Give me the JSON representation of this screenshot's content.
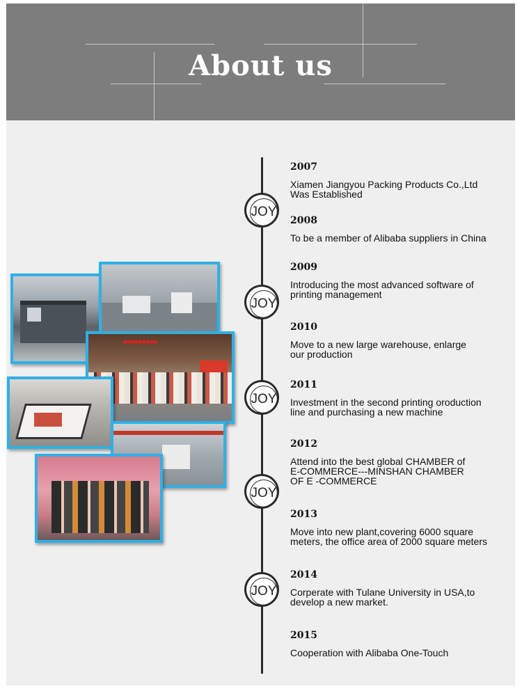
{
  "header": {
    "title": "About us"
  },
  "badge": {
    "label": "JOY"
  },
  "timeline": [
    {
      "year": "2007",
      "lines": [
        "Xiamen Jiangyou Packing Products Co.,Ltd",
        "Was Established"
      ]
    },
    {
      "year": "2008",
      "lines": [
        "To be a member of Alibaba suppliers in China"
      ]
    },
    {
      "year": "2009",
      "lines": [
        "Introducing the most advanced software of",
        "printing management"
      ]
    },
    {
      "year": "2010",
      "lines": [
        "Move to a new large warehouse, enlarge",
        "our production"
      ]
    },
    {
      "year": "2011",
      "lines": [
        "Investment in the second printing oroduction",
        "line and purchasing a new machine"
      ]
    },
    {
      "year": "2012",
      "lines": [
        "Attend into the best global CHAMBER of",
        "E-COMMERCE---MINSHAN CHAMBER",
        "OF E -COMMERCE"
      ]
    },
    {
      "year": "2013",
      "lines": [
        "Move into new plant,covering 6000 square",
        "meters, the office area of 2000 square meters"
      ]
    },
    {
      "year": "2014",
      "lines": [
        "Corperate with Tulane University in USA,to",
        "develop a new market."
      ]
    },
    {
      "year": "2015",
      "lines": [
        "Cooperation with Alibaba One-Touch"
      ]
    }
  ],
  "colors": {
    "header_bg": "#7d7d7d",
    "body_bg": "#efefef",
    "photo_border": "#2fb0e6",
    "timeline": "#2a2a2a"
  }
}
